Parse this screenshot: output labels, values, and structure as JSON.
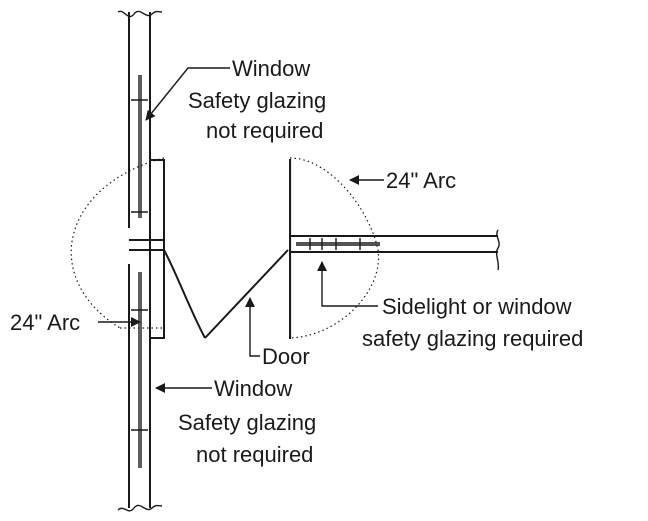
{
  "diagram": {
    "labels": {
      "window_top": {
        "title": "Window",
        "line1": "Safety glazing",
        "line2": "not required"
      },
      "arc_right": "24\" Arc",
      "arc_left": "24\" Arc",
      "sidelight": {
        "line1": "Sidelight or window",
        "line2": "safety glazing required"
      },
      "door": "Door",
      "window_bottom": {
        "title": "Window",
        "line1": "Safety glazing",
        "line2": "not required"
      }
    },
    "colors": {
      "ink": "#1a1a1a",
      "background": "#ffffff"
    }
  }
}
